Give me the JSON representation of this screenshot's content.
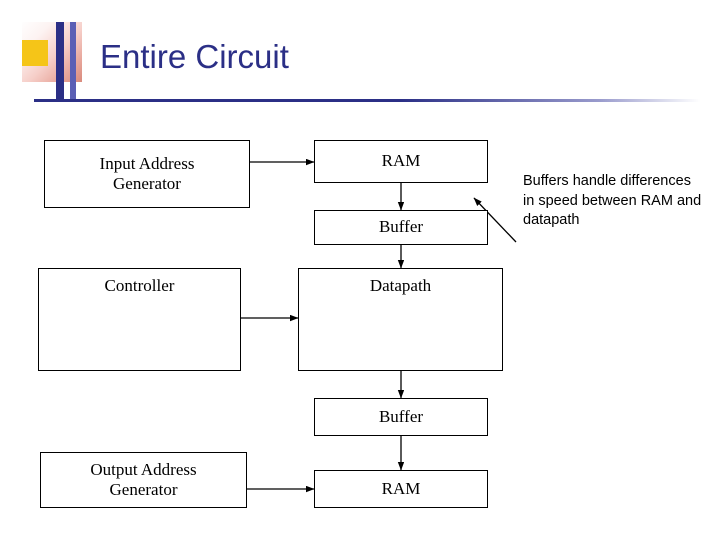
{
  "slide": {
    "title": "Entire Circuit",
    "note": "Buffers handle differences in speed between RAM and datapath",
    "blocks": [
      {
        "id": "input-address-generator",
        "label": "Input Address\nGenerator"
      },
      {
        "id": "ram-top",
        "label": "RAM"
      },
      {
        "id": "buffer-top",
        "label": "Buffer"
      },
      {
        "id": "controller",
        "label": "Controller"
      },
      {
        "id": "datapath",
        "label": "Datapath"
      },
      {
        "id": "buffer-bottom",
        "label": "Buffer"
      },
      {
        "id": "output-address-generator",
        "label": "Output Address\nGenerator"
      },
      {
        "id": "ram-bottom",
        "label": "RAM"
      }
    ],
    "labels": {
      "input_address_generator": "Input Address Generator",
      "input_address_generator_line1": "Input Address",
      "input_address_generator_line2": "Generator",
      "ram_top": "RAM",
      "buffer_top": "Buffer",
      "controller": "Controller",
      "datapath": "Datapath",
      "buffer_bottom": "Buffer",
      "output_address_generator_line1": "Output Address",
      "output_address_generator_line2": "Generator",
      "ram_bottom": "RAM"
    },
    "colors": {
      "title": "#2b2f86",
      "accent_yellow": "#f5c518",
      "box_border": "#000000",
      "background": "#ffffff"
    }
  }
}
